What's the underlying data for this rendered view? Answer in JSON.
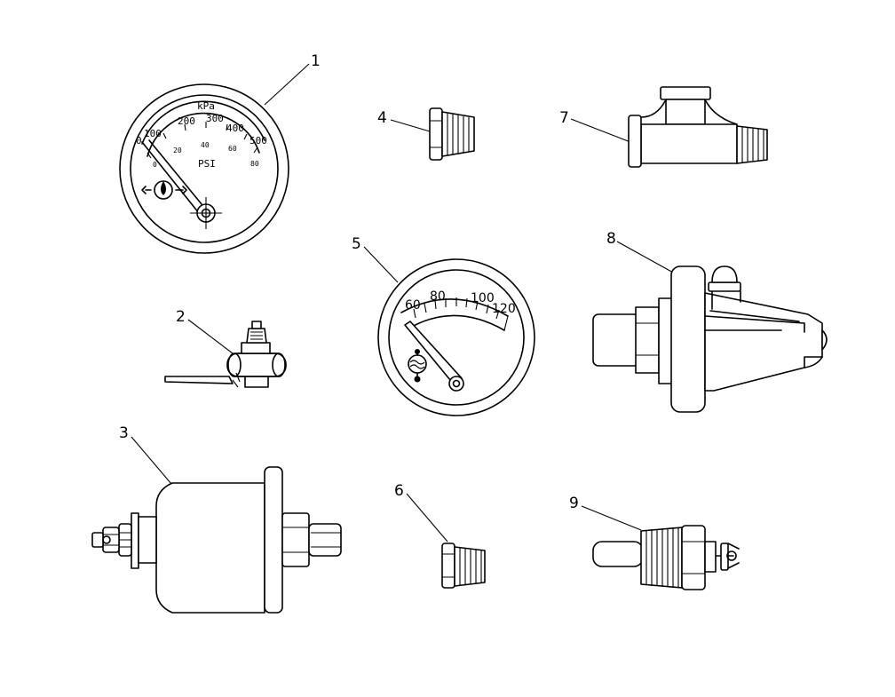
{
  "callouts": [
    "1",
    "2",
    "3",
    "4",
    "5",
    "6",
    "7",
    "8",
    "9"
  ],
  "gauge1": {
    "unit_top": "kPa",
    "unit_bottom": "PSI",
    "outer_scale": [
      "0",
      "100",
      "200",
      "300",
      "400",
      "500"
    ],
    "inner_scale": [
      "0",
      "20",
      "40",
      "60",
      "80"
    ]
  },
  "gauge5": {
    "scale": [
      "60",
      "80",
      "100",
      "120"
    ]
  }
}
